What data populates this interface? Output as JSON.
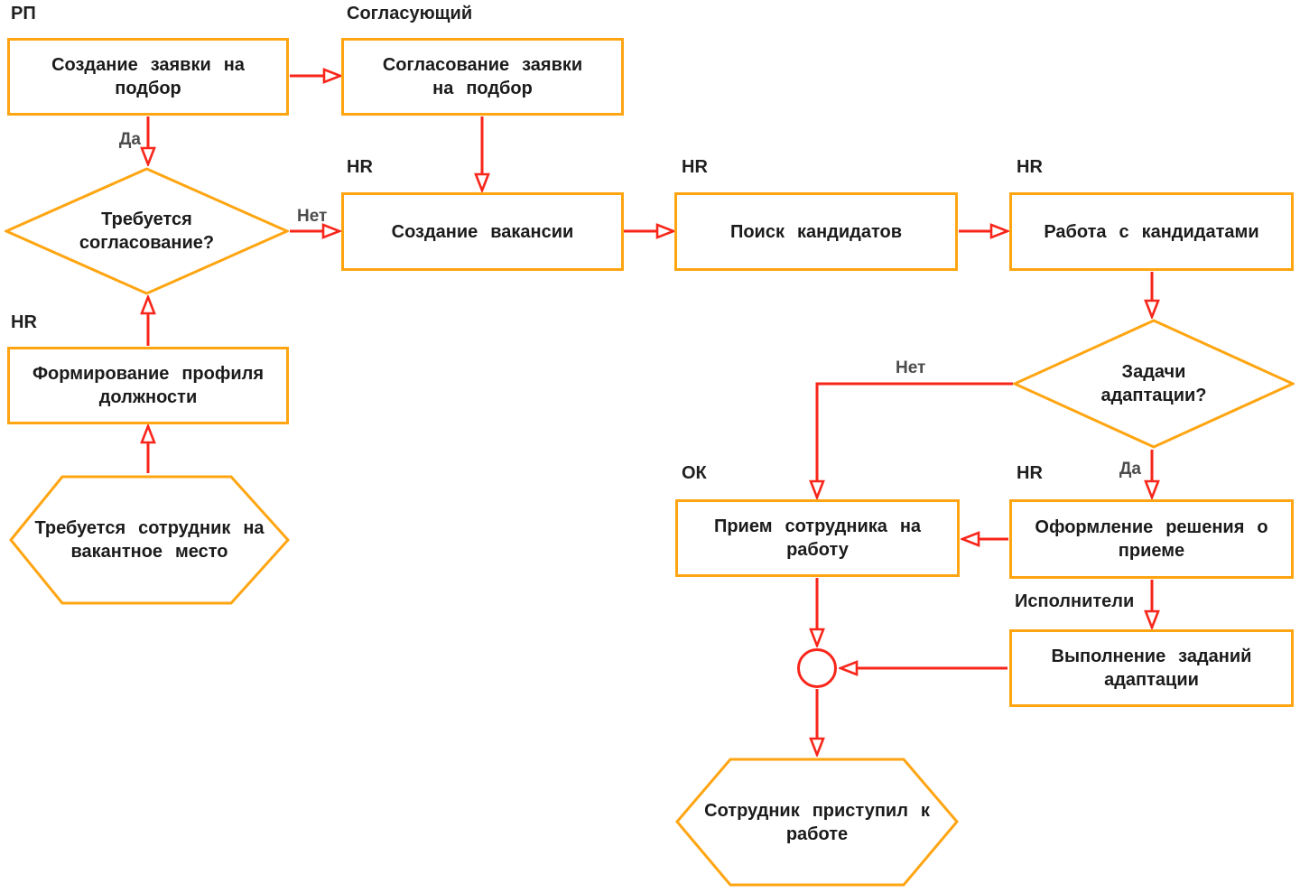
{
  "colors": {
    "background": "#FFFFFF",
    "shape_border": "#FFA512",
    "shape_fill": "#FFFFFF",
    "arrow": "#F8261A",
    "node_text": "#1B1B1B",
    "role_label_text": "#1F1F1F",
    "edge_label_text": "#4C4C4C"
  },
  "role_labels": {
    "rp": "РП",
    "approver": "Согласующий",
    "hr_vacancy": "HR",
    "hr_search": "HR",
    "hr_work": "HR",
    "hr_profile": "HR",
    "ok": "ОК",
    "hr_decision": "HR",
    "executors": "Исполнители"
  },
  "nodes": {
    "create_request": {
      "type": "process",
      "label": "Создание заявки на\nподбор"
    },
    "approve_request": {
      "type": "process",
      "label": "Согласование заявки\nна подбор"
    },
    "approval_needed": {
      "type": "decision",
      "label": "Требуется\nсогласование?"
    },
    "create_vacancy": {
      "type": "process",
      "label": "Создание вакансии"
    },
    "search_candidates": {
      "type": "process",
      "label": "Поиск кандидатов"
    },
    "work_candidates": {
      "type": "process",
      "label": "Работа с кандидатами"
    },
    "form_profile": {
      "type": "process",
      "label": "Формирование профиля\nдолжности"
    },
    "need_employee": {
      "type": "terminator",
      "label": "Требуется сотрудник на\nвакантное место"
    },
    "adaptation_tasks": {
      "type": "decision",
      "label": "Задачи\nадаптации?"
    },
    "hire_employee": {
      "type": "process",
      "label": "Прием сотрудника на\nработу"
    },
    "hiring_decision": {
      "type": "process",
      "label": "Оформление решения о\nприеме"
    },
    "adaptation_execution": {
      "type": "process",
      "label": "Выполнение заданий\nадаптации"
    },
    "employee_started": {
      "type": "terminator",
      "label": "Сотрудник приступил к\nработе"
    },
    "junction": {
      "type": "connector",
      "label": ""
    }
  },
  "edges": [
    {
      "from": "create_request",
      "to": "approve_request",
      "label": ""
    },
    {
      "from": "create_request",
      "to": "approval_needed",
      "label": "Да"
    },
    {
      "from": "approve_request",
      "to": "create_vacancy",
      "label": ""
    },
    {
      "from": "approval_needed",
      "to": "create_vacancy",
      "label": "Нет"
    },
    {
      "from": "form_profile",
      "to": "approval_needed",
      "label": ""
    },
    {
      "from": "need_employee",
      "to": "form_profile",
      "label": ""
    },
    {
      "from": "create_vacancy",
      "to": "search_candidates",
      "label": ""
    },
    {
      "from": "search_candidates",
      "to": "work_candidates",
      "label": ""
    },
    {
      "from": "work_candidates",
      "to": "adaptation_tasks",
      "label": ""
    },
    {
      "from": "adaptation_tasks",
      "to": "hire_employee",
      "label": "Нет"
    },
    {
      "from": "adaptation_tasks",
      "to": "hiring_decision",
      "label": "Да"
    },
    {
      "from": "hiring_decision",
      "to": "hire_employee",
      "label": ""
    },
    {
      "from": "hiring_decision",
      "to": "adaptation_execution",
      "label": ""
    },
    {
      "from": "hire_employee",
      "to": "junction",
      "label": ""
    },
    {
      "from": "adaptation_execution",
      "to": "junction",
      "label": ""
    },
    {
      "from": "junction",
      "to": "employee_started",
      "label": ""
    }
  ]
}
